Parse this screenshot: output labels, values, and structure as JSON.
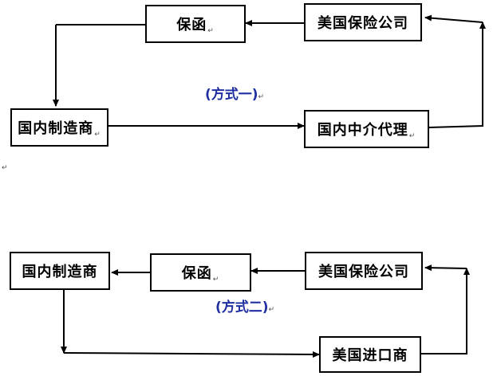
{
  "colors": {
    "line": "#000000",
    "caption": "#1f2fa0"
  },
  "paragraph_mark": "↵",
  "method1": {
    "caption": "(方式一)",
    "boxes": {
      "guarantee": "保函",
      "us_insurer": "美国保险公司",
      "domestic_manufacturer": "国内制造商",
      "domestic_agent": "国内中介代理"
    }
  },
  "method2": {
    "caption": "(方式二)",
    "boxes": {
      "domestic_manufacturer": "国内制造商",
      "guarantee": "保函",
      "us_insurer": "美国保险公司",
      "us_importer": "美国进口商"
    }
  }
}
